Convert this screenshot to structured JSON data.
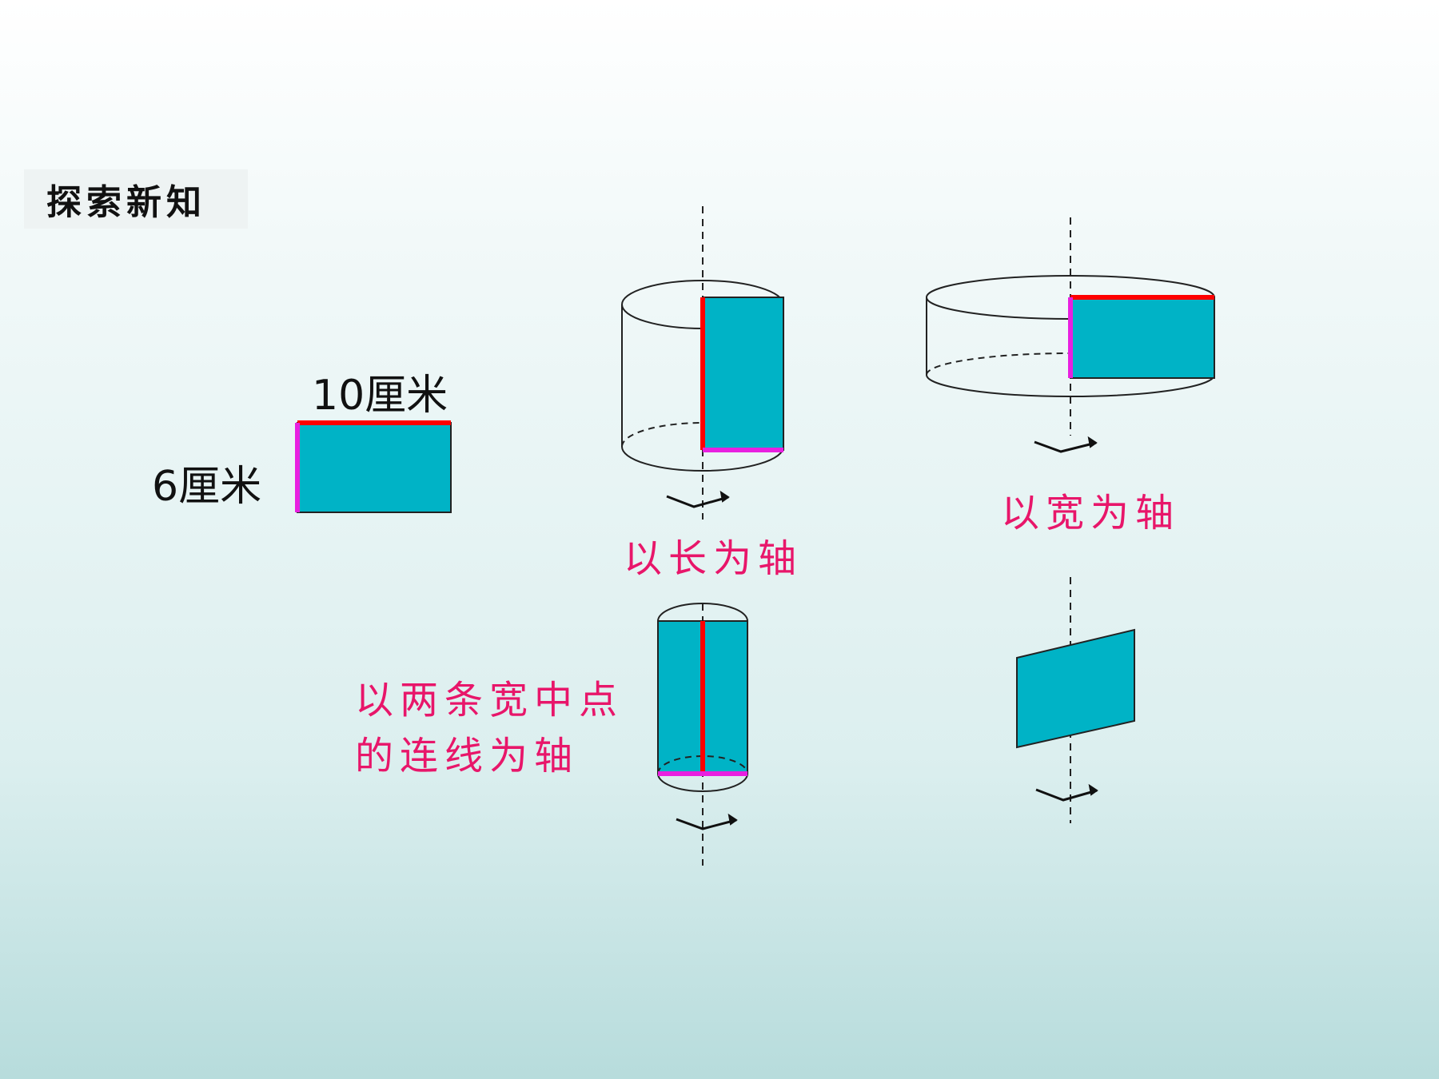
{
  "header": {
    "section_title": "探索新知"
  },
  "rectangle": {
    "length_label": "10厘米",
    "width_label": "6厘米"
  },
  "captions": {
    "length_axis": "以长为轴",
    "width_axis": "以宽为轴",
    "midline_axis_line1": "以两条宽中点",
    "midline_axis_line2": "的连线为轴"
  },
  "colors": {
    "fill": "#00b3c6",
    "length_edge": "#ff0000",
    "width_edge": "#e820e0",
    "caption": "#e8166a"
  }
}
